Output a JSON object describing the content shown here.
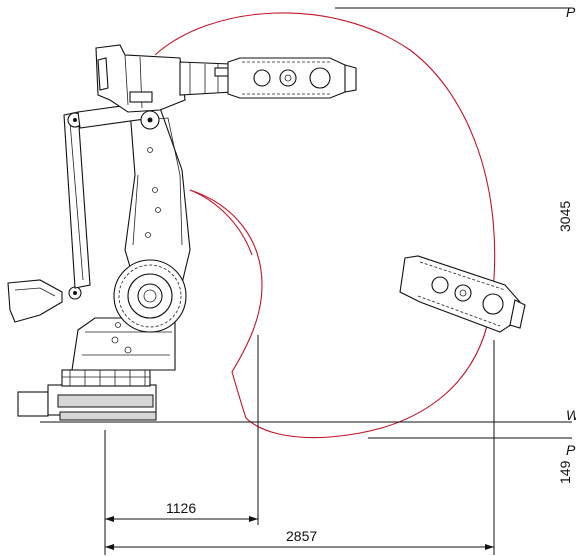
{
  "dimensions": {
    "reach_inner": "1126",
    "reach_outer": "2857",
    "height_total": "3045",
    "height_base": "149"
  },
  "edge_marks": {
    "top_right": "P",
    "mid_right": "W",
    "lower_right": "P"
  },
  "colors": {
    "envelope": "#c0162a",
    "line": "#111111",
    "background": "#ffffff"
  }
}
